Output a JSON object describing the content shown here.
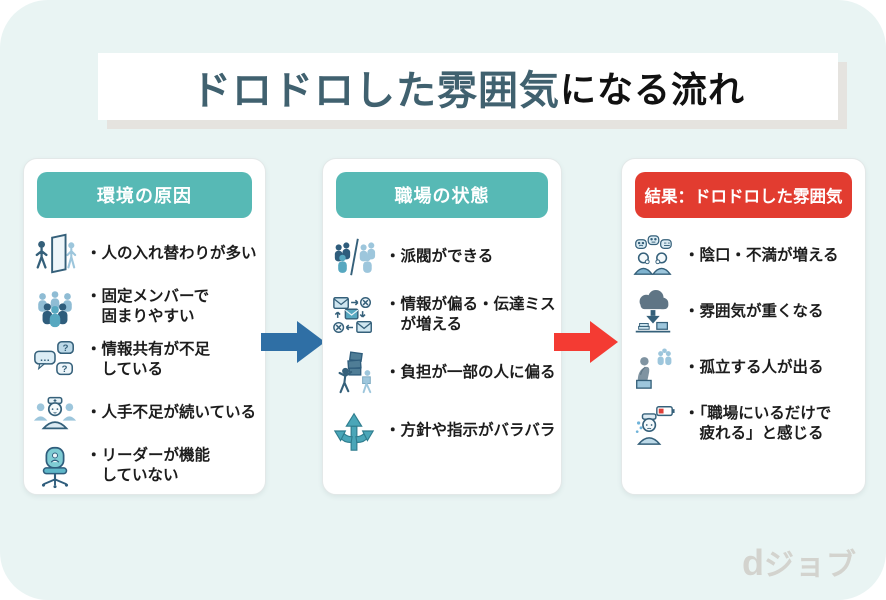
{
  "colors": {
    "background_mint": "#e9f4f3",
    "teal_header": "#57b9b5",
    "red_header": "#e23c30",
    "arrow_blue": "#2f6fa5",
    "arrow_red": "#f43b33",
    "title_accent": "#40616f"
  },
  "title": {
    "accent": "ドロドロした雰囲気",
    "rest": "になる流れ"
  },
  "columns": [
    {
      "header": "環境の原因",
      "header_color": "#57b9b5",
      "items": [
        {
          "icon": "door-people-icon",
          "text": "・人の入れ替わりが多い"
        },
        {
          "icon": "crowd-icon",
          "text": "・固定メンバーで\n固まりやすい"
        },
        {
          "icon": "speech-bubbles-icon",
          "text": "・情報共有が不足\nしている"
        },
        {
          "icon": "nurse-group-icon",
          "text": "・人手不足が続いている"
        },
        {
          "icon": "empty-chair-icon",
          "text": "・リーダーが機能\nしていない"
        }
      ]
    },
    {
      "header": "職場の状態",
      "header_color": "#57b9b5",
      "items": [
        {
          "icon": "split-groups-icon",
          "text": "・派閥ができる"
        },
        {
          "icon": "mail-error-icon",
          "text": "・情報が偏る・伝達ミス\nが増える"
        },
        {
          "icon": "carry-boxes-icon",
          "text": "・負担が一部の人に偏る"
        },
        {
          "icon": "branch-arrows-icon",
          "text": "・方針や指示がバラバラ"
        }
      ]
    },
    {
      "header": "結果：ドロドロした雰囲気",
      "header_color": "#e23c30",
      "items": [
        {
          "icon": "gossip-icon",
          "text": "・陰口・不満が増える"
        },
        {
          "icon": "dark-cloud-icon",
          "text": "・雰囲気が重くなる"
        },
        {
          "icon": "isolated-person-icon",
          "text": "・孤立する人が出る"
        },
        {
          "icon": "tired-battery-icon",
          "text": "・「職場にいるだけで\n疲れる」と感じる"
        }
      ]
    }
  ],
  "arrows": [
    {
      "color": "#2f6fa5"
    },
    {
      "color": "#f43b33"
    }
  ],
  "logo": {
    "d": "d",
    "rest": "ジョブ"
  }
}
